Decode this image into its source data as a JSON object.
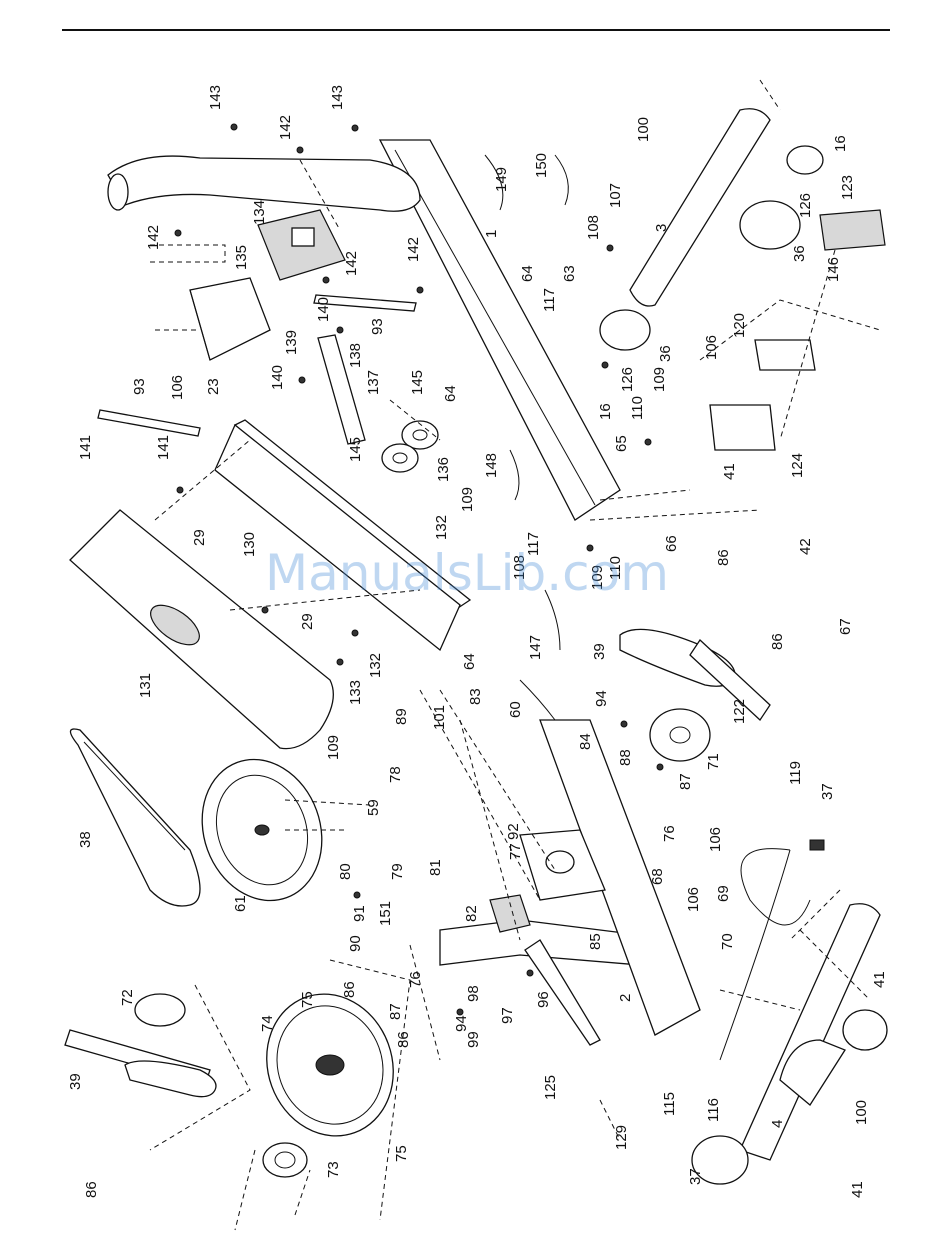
{
  "watermark": "ManualsLib.com",
  "labels": {
    "p1": "1",
    "p2": "2",
    "p3": "3",
    "p4": "4",
    "p16a": "16",
    "p16b": "16",
    "p23": "23",
    "p29a": "29",
    "p29b": "29",
    "p36a": "36",
    "p36b": "36",
    "p37a": "37",
    "p37b": "37",
    "p38": "38",
    "p39a": "39",
    "p39b": "39",
    "p41a": "41",
    "p41b": "41",
    "p41c": "41",
    "p42": "42",
    "p59": "59",
    "p60": "60",
    "p61": "61",
    "p63": "63",
    "p64a": "64",
    "p64b": "64",
    "p64c": "64",
    "p65": "65",
    "p66": "66",
    "p67": "67",
    "p68": "68",
    "p69": "69",
    "p70": "70",
    "p71": "71",
    "p72": "72",
    "p73": "73",
    "p74": "74",
    "p75a": "75",
    "p75b": "75",
    "p76a": "76",
    "p76b": "76",
    "p77": "77",
    "p78": "78",
    "p79": "79",
    "p80": "80",
    "p81": "81",
    "p82": "82",
    "p83": "83",
    "p84": "84",
    "p85": "85",
    "p86a": "86",
    "p86b": "86",
    "p86c": "86",
    "p86d": "86",
    "p86e": "86",
    "p87a": "87",
    "p87b": "87",
    "p88": "88",
    "p89": "89",
    "p90": "90",
    "p91": "91",
    "p92": "92",
    "p93a": "93",
    "p93b": "93",
    "p94a": "94",
    "p94b": "94",
    "p96": "96",
    "p97": "97",
    "p98": "98",
    "p99": "99",
    "p100a": "100",
    "p100b": "100",
    "p101": "101",
    "p106a": "106",
    "p106b": "106",
    "p106c": "106",
    "p106d": "106",
    "p107": "107",
    "p108a": "108",
    "p108b": "108",
    "p109a": "109",
    "p109b": "109",
    "p109c": "109",
    "p109d": "109",
    "p110a": "110",
    "p110b": "110",
    "p115": "115",
    "p116": "116",
    "p117a": "117",
    "p117b": "117",
    "p119": "119",
    "p120": "120",
    "p122": "122",
    "p123": "123",
    "p124": "124",
    "p125": "125",
    "p126a": "126",
    "p126b": "126",
    "p129": "129",
    "p130": "130",
    "p131": "131",
    "p132a": "132",
    "p132b": "132",
    "p133": "133",
    "p134": "134",
    "p135": "135",
    "p136": "136",
    "p137": "137",
    "p138": "138",
    "p139": "139",
    "p140a": "140",
    "p140b": "140",
    "p141a": "141",
    "p141b": "141",
    "p142a": "142",
    "p142b": "142",
    "p142c": "142",
    "p142d": "142",
    "p143a": "143",
    "p143b": "143",
    "p145a": "145",
    "p145b": "145",
    "p146": "146",
    "p147": "147",
    "p148": "148",
    "p149": "149",
    "p150": "150",
    "p151": "151"
  }
}
